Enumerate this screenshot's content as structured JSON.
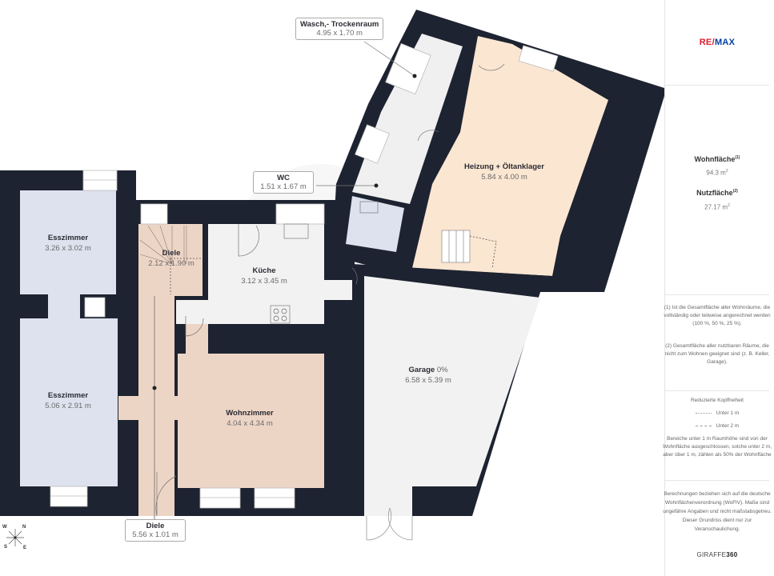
{
  "colors": {
    "wall": "#1d2330",
    "dining": "#dde2ee",
    "hall": "#edd5c6",
    "kitchen": "#f2f2f2",
    "living": "#edd5c6",
    "heating": "#fbe6d2",
    "laundry": "#f0f0f0",
    "wc": "#dde2ee",
    "garage": "#f2f2f2",
    "accent": "#dc1c2e",
    "brand_blue": "#003da5"
  },
  "rooms": [
    {
      "name": "Esszimmer",
      "dims": "3.26 x 3.02 m"
    },
    {
      "name": "Esszimmer",
      "dims": "5.06 x 2.91 m"
    },
    {
      "name": "Diele",
      "dims": "2.12 x 1.90 m"
    },
    {
      "name": "Küche",
      "dims": "3.12 x 3.45 m"
    },
    {
      "name": "Wohnzimmer",
      "dims": "4.04 x 4.34 m"
    },
    {
      "name": "Heizung + Öltanklager",
      "dims": "5.84 x 4.00 m"
    },
    {
      "name": "Garage",
      "suffix": "0%",
      "dims": "6.58 x 5.39 m"
    }
  ],
  "callouts": [
    {
      "name": "Wasch,- Trockenraum",
      "dims": "4.95 x 1.70 m"
    },
    {
      "name": "WC",
      "dims": "1.51 x 1.67 m"
    },
    {
      "name": "Diele",
      "dims": "5.56 x 1.01 m"
    }
  ],
  "compass": {
    "w": "W",
    "n": "N",
    "s": "S",
    "e": "E"
  },
  "sidebar": {
    "logo": {
      "re": "RE/",
      "max": "MAX"
    },
    "wohnflaeche": {
      "label": "Wohnfläche",
      "note": "(1)",
      "value": "94.3 m",
      "unit_sup": "2"
    },
    "nutzflaeche": {
      "label": "Nutzfläche",
      "note": "(2)",
      "value": "27.17 m",
      "unit_sup": "2"
    },
    "note1": "(1) Ist die Gesamtfläche aller Wohnräume, die vollständig oder teilweise angerechnet werden (100 %, 50 %, 25 %).",
    "note2": "(2) Gesamtfläche aller nutzbaren Räume, die nicht zum Wohnen geeignet sind (z. B. Keller, Garage).",
    "legend": {
      "title": "Reduzierte Kopffreiheit",
      "under1": "Unter 1 m",
      "under2": "Unter 2 m",
      "text": "Bereiche unter 1 m Raumhöhe sind von der Wohnfläche ausgeschlossen, solche unter 2 m, aber über 1 m, zählen als 50% der Wohnfläche"
    },
    "disclaimer": "Berechnungen beziehen sich auf die deutsche Wohnflächenverordnung (WoFlV). Maße sind ungefähre Angaben und nicht maßstabsgetreu. Dieser Grundriss dient nur zur Veranschaulichung.",
    "brand": {
      "a": "GIRAFFE",
      "b": "360"
    }
  },
  "watermark": "RE/MAX"
}
